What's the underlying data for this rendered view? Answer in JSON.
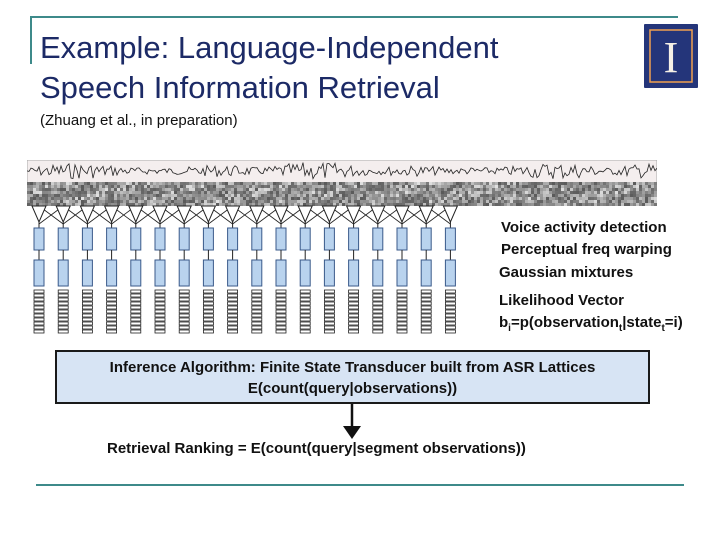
{
  "slide": {
    "title_line1": "Example: Language-Independent",
    "title_line2": "Speech Information Retrieval",
    "citation": "(Zhuang et al., in preparation)",
    "logo_letter": "I"
  },
  "pipeline": {
    "step_voice_activity": "Voice activity detection",
    "step_freq_warping": "Perceptual freq warping",
    "step_gaussian": "Gaussian mixtures",
    "step_likelihood": "Likelihood Vector",
    "formula": {
      "b": "b",
      "i_sub": "i",
      "eq": "=p(observation",
      "t_sub": "t",
      "bar": "|state",
      "t_sub2": "t",
      "end": "=i)"
    },
    "inference_line1": "Inference Algorithm: Finite State Transducer built from ASR Lattices",
    "inference_line2": "E(count(query|observations))",
    "ranking": "Retrieval Ranking = E(count(query|segment observations))"
  },
  "colors": {
    "title": "#1c2a66",
    "frame": "#3d8a8a",
    "box_fill": "#d7e4f4",
    "logo_bg": "#24357a"
  }
}
